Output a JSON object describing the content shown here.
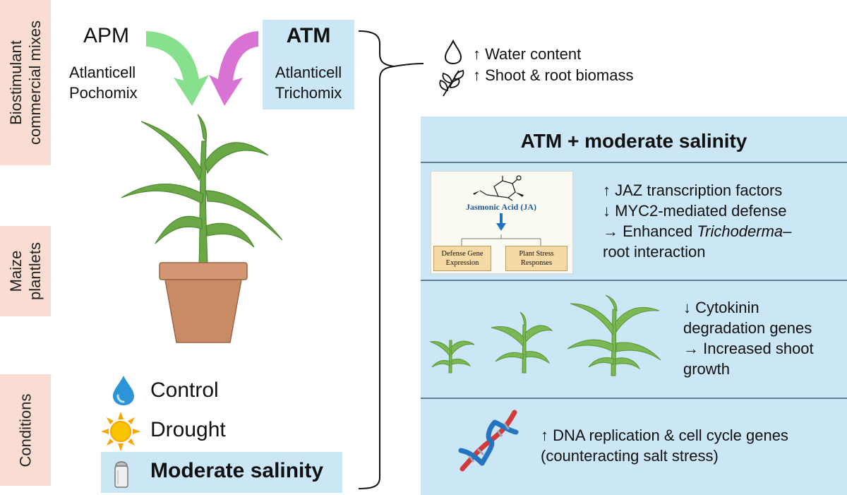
{
  "side_labels": {
    "biostimulant": "Biostimulant\ncommercial mixes",
    "maize": "Maize\nplantlets",
    "conditions": "Conditions"
  },
  "products": {
    "apm_title": "APM",
    "apm_desc": "Atlanticell\nPochomix",
    "atm_title": "ATM",
    "atm_desc": "Atlanticell\nTrichomix"
  },
  "conditions": {
    "control": "Control",
    "drought": "Drought",
    "salinity": "Moderate salinity"
  },
  "general_effects": {
    "water": "↑ Water content",
    "biomass": "↑ Shoot & root biomass"
  },
  "panel": {
    "title": "ATM + moderate salinity",
    "ja_title": "Jasmonic Acid (JA)",
    "ja_left": "Defense Gene\nExpression",
    "ja_right": "Plant Stress\nResponses",
    "effect1_line1": "↑ JAZ transcription factors",
    "effect1_line2": "↓ MYC2-mediated defense",
    "effect1_line3_a": "→ Enhanced ",
    "effect1_line3_b": "Trichoderma",
    "effect1_line3_c": "–",
    "effect1_line4": "root interaction",
    "effect2": "↓ Cytokinin\ndegradation genes\n→ Increased shoot\ngrowth",
    "effect3": "↑ DNA replication & cell cycle genes\n(counteracting salt stress)"
  },
  "colors": {
    "side_tab": "#f9ddd2",
    "panel_blue": "#cbe6f5",
    "apm_arrow": "#86e08e",
    "atm_arrow": "#d873d4",
    "plant_green": "#6aa845",
    "pot": "#c98b66"
  }
}
